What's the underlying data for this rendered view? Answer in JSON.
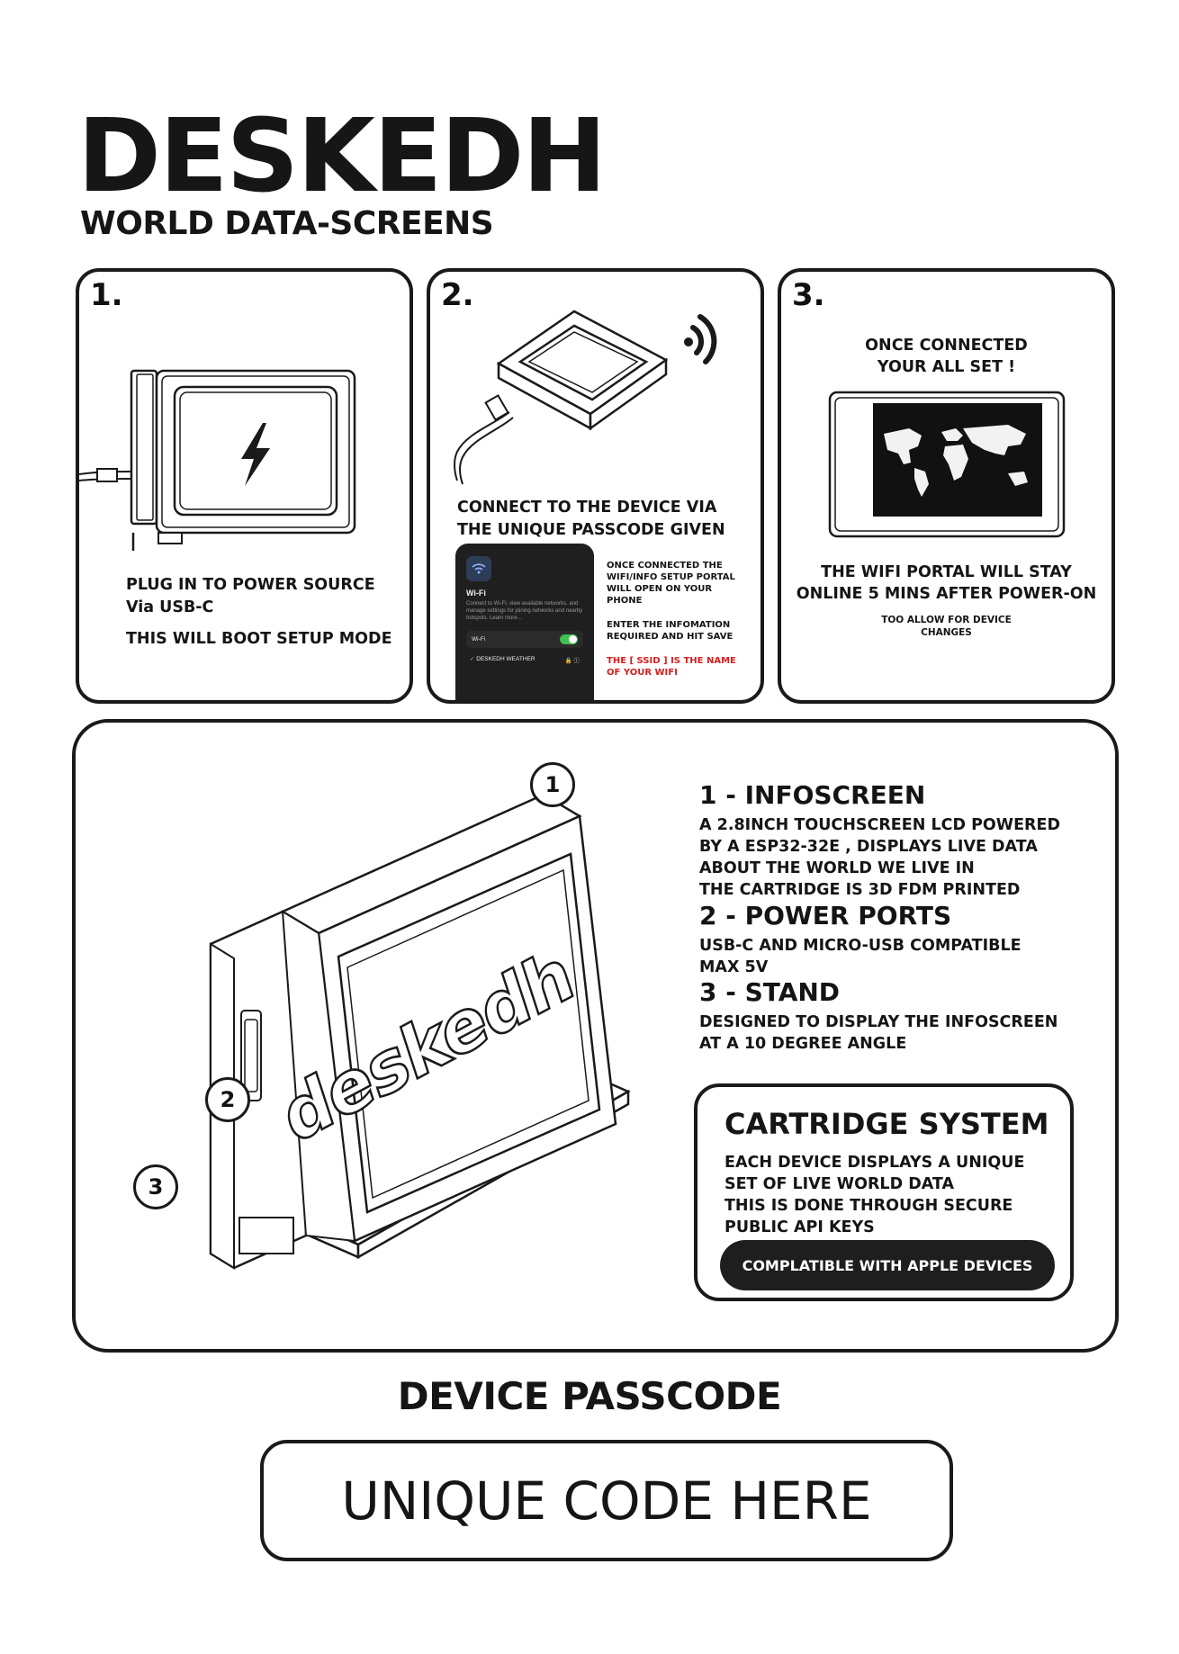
{
  "header": {
    "title": "DESKEDH",
    "subtitle": "WORLD DATA-SCREENS"
  },
  "steps": [
    {
      "number": "1.",
      "lines": [
        "PLUG IN TO POWER SOURCE",
        "Via USB-C",
        "THIS WILL BOOT SETUP MODE"
      ]
    },
    {
      "number": "2.",
      "heading": [
        "CONNECT TO THE DEVICE VIA",
        "THE UNIQUE PASSCODE GIVEN"
      ],
      "note_connected": [
        "ONCE CONNECTED THE",
        "WIFI/INFO SETUP PORTAL",
        "WILL OPEN ON YOUR",
        "PHONE"
      ],
      "note_enter": [
        "ENTER THE INFOMATION",
        "REQUIRED AND HIT SAVE"
      ],
      "note_ssid": [
        "THE [ SSID ] IS THE NAME",
        "OF YOUR WIFI"
      ],
      "phone": {
        "title": "Wi-Fi",
        "description": "Connect to Wi-Fi, view available networks, and manage settings for joining networks and nearby hotspots. Learn more...",
        "toggle_label": "Wi-Fi",
        "network": "DESKEDH WEATHER"
      }
    },
    {
      "number": "3.",
      "heading": [
        "ONCE CONNECTED",
        "YOUR ALL SET !"
      ],
      "portal": [
        "THE WIFI PORTAL WILL STAY",
        "ONLINE 5 MINS AFTER POWER-ON"
      ],
      "small": [
        "TOO ALLOW FOR DEVICE",
        "CHANGES"
      ]
    }
  ],
  "features": [
    {
      "title": "1 - INFOSCREEN",
      "lines": [
        "A 2.8INCH TOUCHSCREEN LCD POWERED",
        "BY A ESP32-32E , DISPLAYS LIVE DATA",
        "ABOUT THE WORLD WE LIVE IN",
        "THE CARTRIDGE IS 3D FDM PRINTED"
      ]
    },
    {
      "title": "2 - POWER PORTS",
      "lines": [
        "USB-C AND MICRO-USB COMPATIBLE",
        "MAX 5V"
      ]
    },
    {
      "title": "3 - STAND",
      "lines": [
        "DESIGNED TO DISPLAY THE INFOSCREEN",
        "AT A 10 DEGREE ANGLE"
      ]
    }
  ],
  "callouts": [
    "1",
    "2",
    "3"
  ],
  "stand_logo": "deskedh",
  "cartridge": {
    "title": "CARTRIDGE SYSTEM",
    "lines": [
      "EACH DEVICE DISPLAYS A UNIQUE",
      "SET OF LIVE WORLD DATA",
      "THIS IS DONE THROUGH SECURE",
      "PUBLIC API KEYS"
    ],
    "button": "COMPLATIBLE WITH APPLE DEVICES"
  },
  "passcode": {
    "heading": "DEVICE PASSCODE",
    "value": "UNIQUE CODE HERE"
  },
  "colors": {
    "ink": "#1a1a1a",
    "warning_red": "#d42020",
    "phone_bg": "#1f1f1f",
    "toggle_green": "#3fc14f"
  }
}
